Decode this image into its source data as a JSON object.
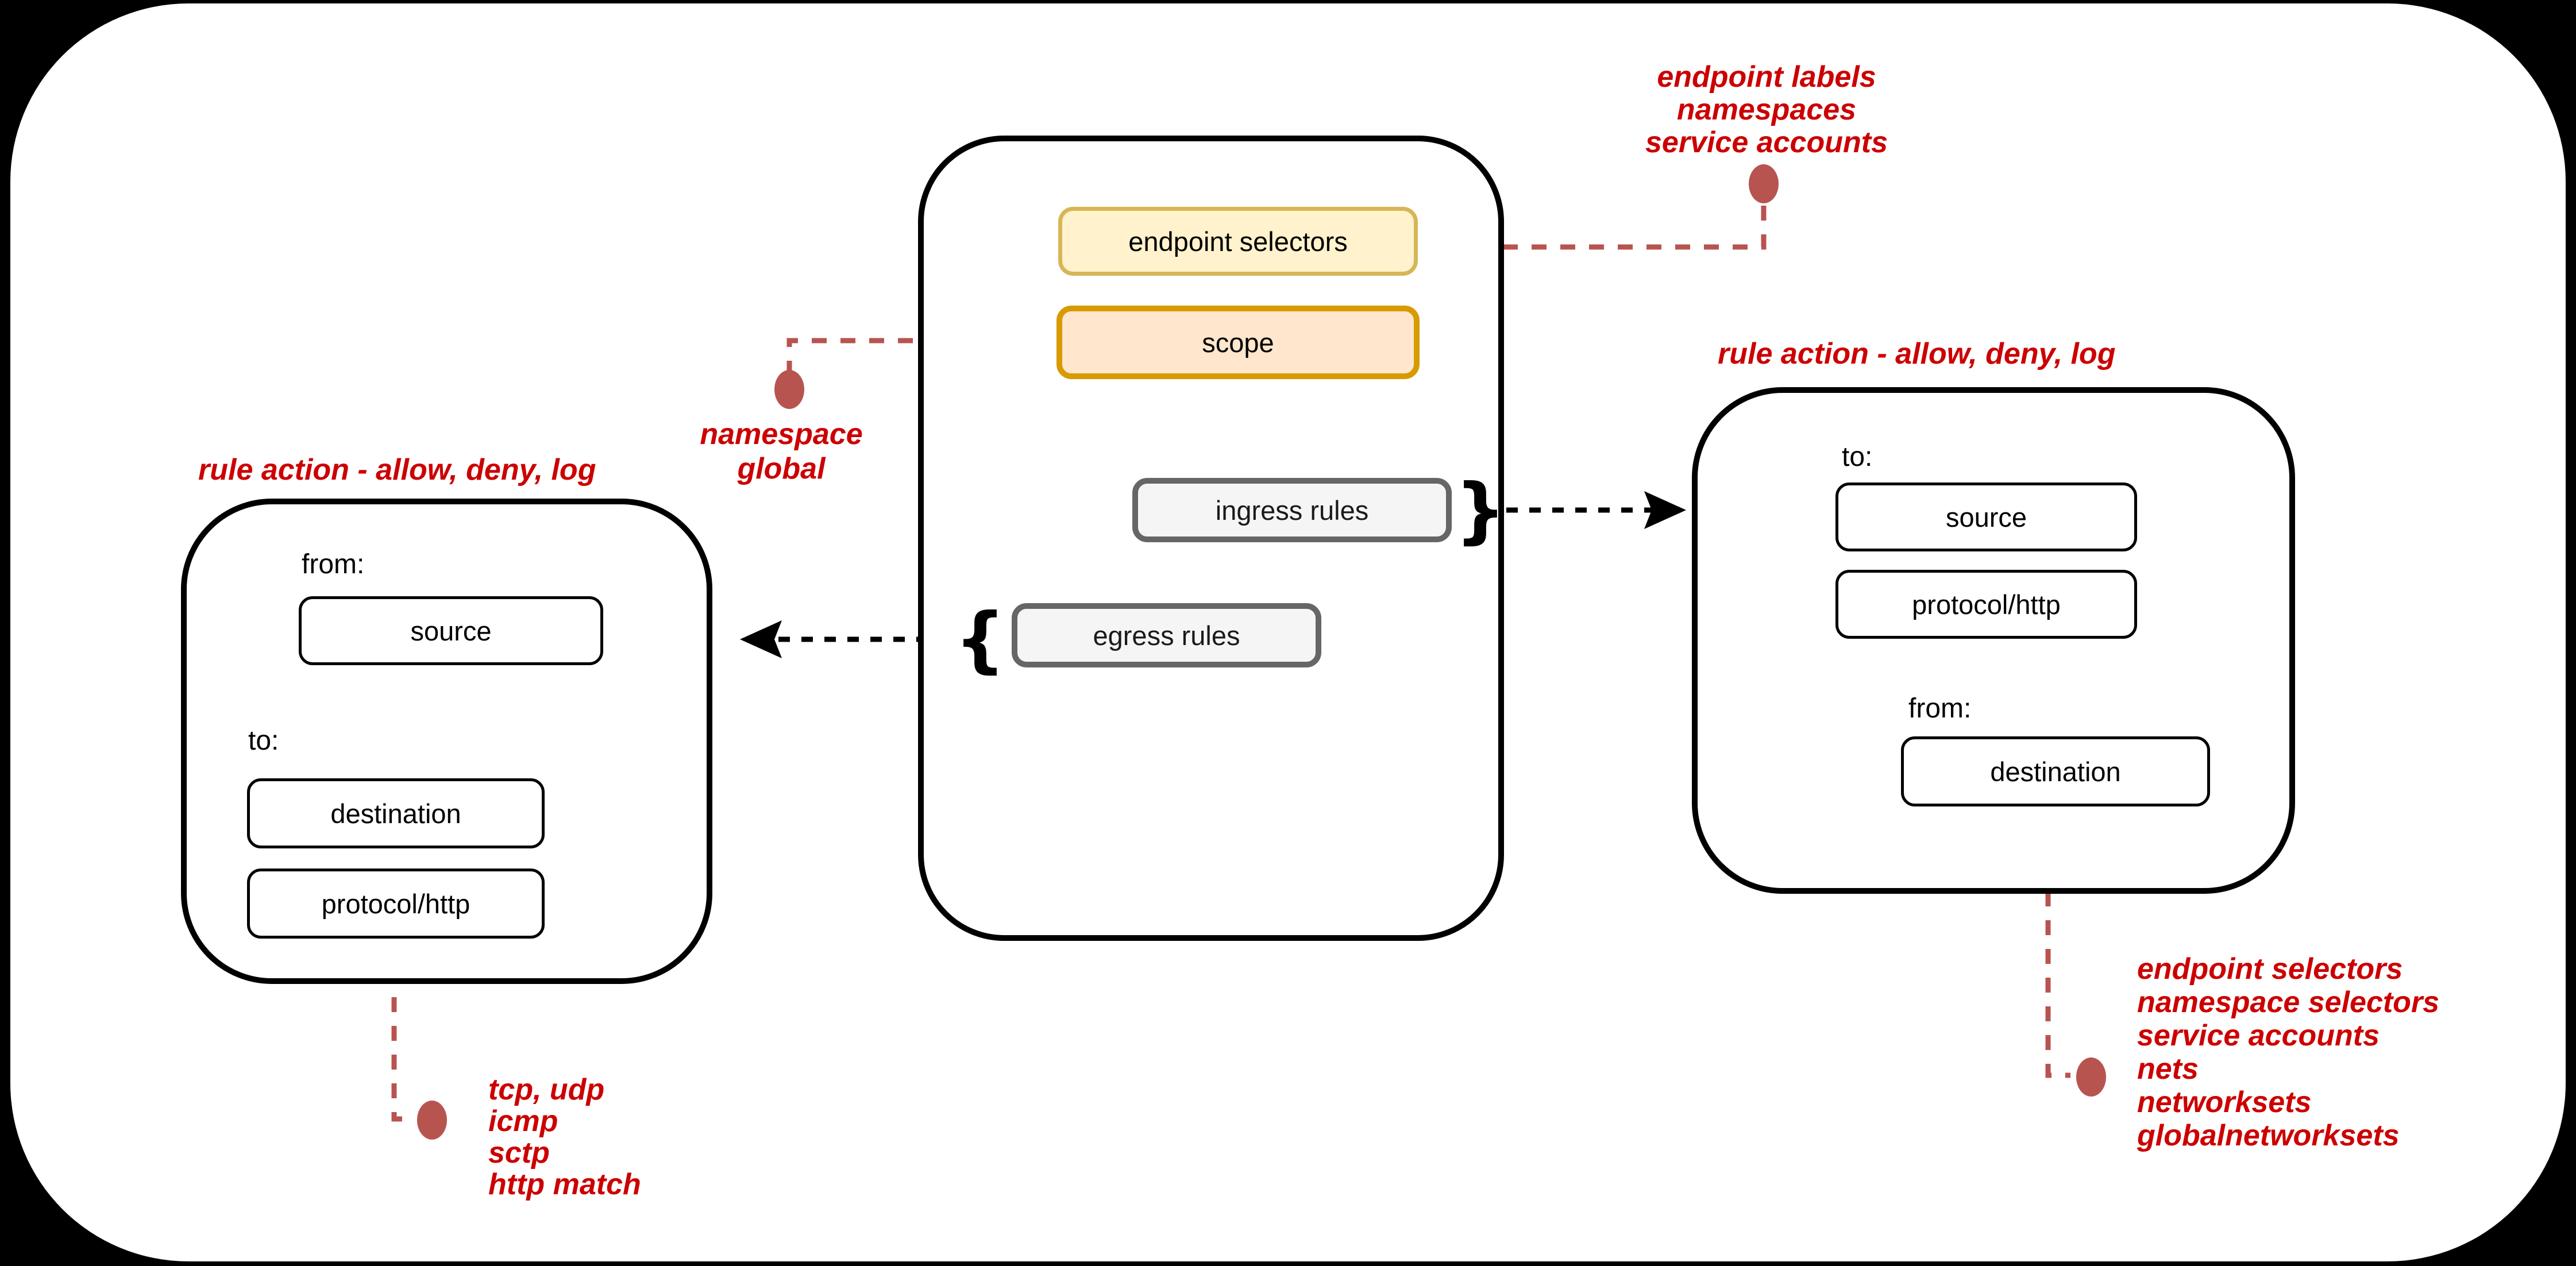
{
  "palette": {
    "background": "#000000",
    "canvas": "#ffffff",
    "annotation_red": "#cc0000",
    "connector_red": "#b85450",
    "arrow_black": "#000000",
    "endpoint_selectors_fill": "#fff2cc",
    "endpoint_selectors_stroke": "#d6b656",
    "scope_fill": "#ffe6cc",
    "scope_stroke": "#d79b00",
    "rules_fill": "#f5f5f5",
    "rules_stroke": "#666666"
  },
  "policy": {
    "endpoint_selectors": "endpoint selectors",
    "scope": "scope",
    "ingress_rules": "ingress rules",
    "egress_rules": "egress rules"
  },
  "egress_rule_box": {
    "heading": "rule action - allow, deny, log",
    "from_label": "from:",
    "source": "source",
    "to_label": "to:",
    "destination": "destination",
    "protocol": "protocol/http"
  },
  "ingress_rule_box": {
    "heading": "rule action - allow, deny, log",
    "to_label": "to:",
    "source": "source",
    "protocol": "protocol/http",
    "from_label": "from:",
    "destination": "destination"
  },
  "notes": {
    "endpoint_selectors_note": {
      "lines": [
        "endpoint labels",
        "namespaces",
        "service accounts"
      ]
    },
    "scope_note": {
      "lines": [
        "namespace",
        "global"
      ]
    },
    "protocol_note": {
      "lines": [
        "tcp, udp",
        "icmp",
        "sctp",
        "http match"
      ]
    },
    "destination_note": {
      "lines": [
        "endpoint selectors",
        "namespace selectors",
        "service accounts",
        "nets",
        "networksets",
        "globalnetworksets"
      ]
    }
  },
  "glyphs": {
    "open_brace": "{",
    "close_brace": "}"
  }
}
